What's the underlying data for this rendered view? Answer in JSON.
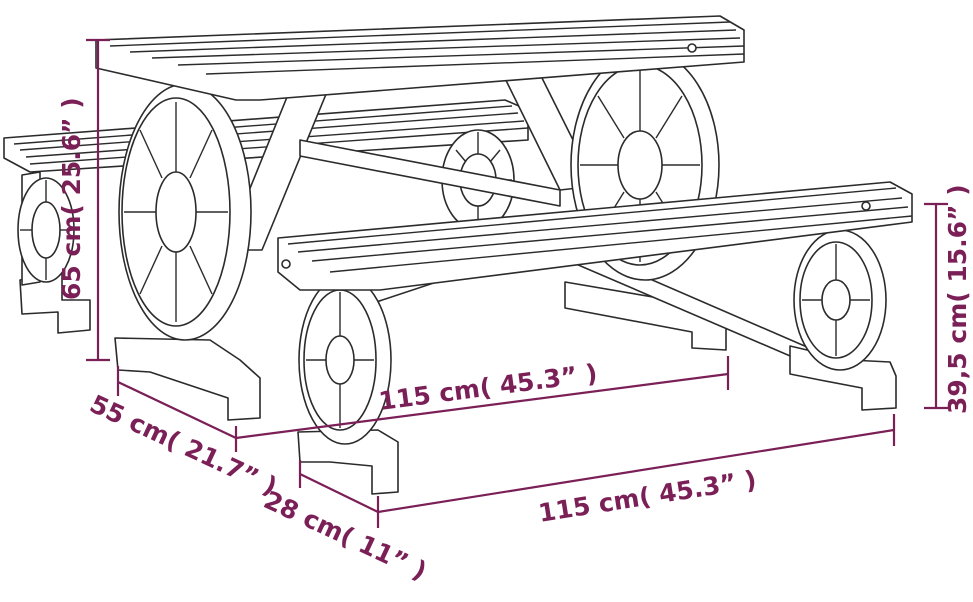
{
  "colors": {
    "dimension": "#7b1f57",
    "outline": "#2b2b2b",
    "background": "#ffffff"
  },
  "dimensions": {
    "height_total": "65 cm( 25.6” )",
    "table_depth": "55 cm( 21.7” )",
    "table_length": "115 cm( 45.3”  )",
    "bench_length": "115 cm( 45.3”  )",
    "bench_depth": "28 cm( 11”  )",
    "bench_height": "39,5 cm( 15.6”  )"
  }
}
